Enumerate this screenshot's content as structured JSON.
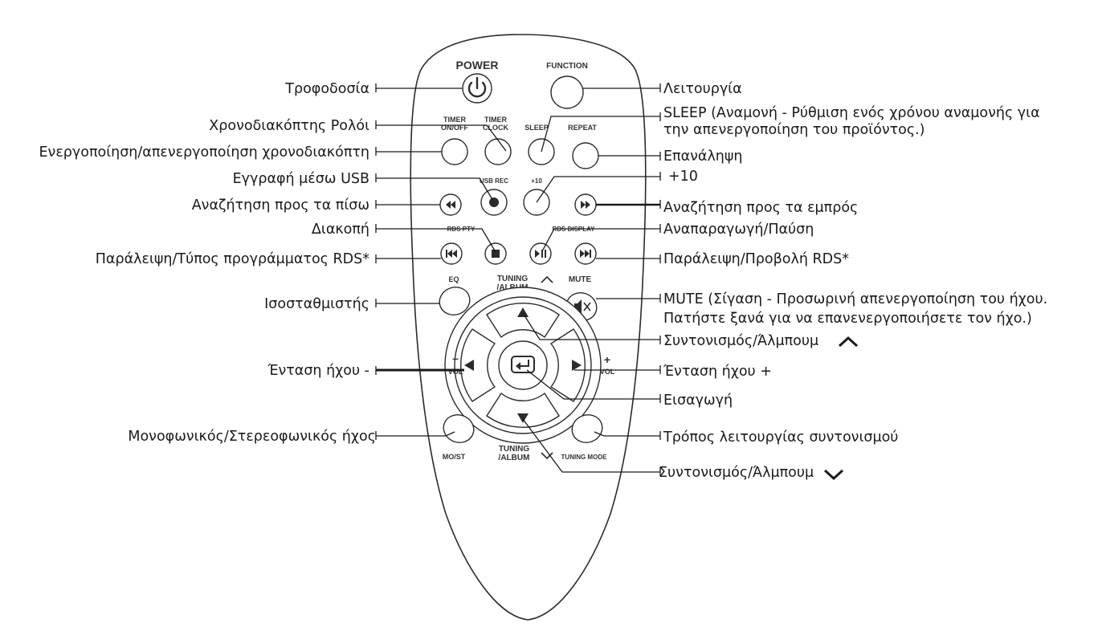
{
  "remote_labels": {
    "power": "POWER",
    "function": "FUNCTION",
    "timer_onoff_1": "TIMER",
    "timer_onoff_2": "ON/OFF",
    "timer_clock_1": "TIMER",
    "timer_clock_2": "CLOCK",
    "sleep": "SLEEP",
    "repeat": "REPEAT",
    "usb_rec": "USB REC",
    "plus10": "+10",
    "rds_pty": "RDS PTY",
    "rds_display": "RDS DISPLAY",
    "eq": "EQ",
    "tuning_top_1": "TUNING",
    "tuning_top_2": "/ALBUM",
    "mute": "MUTE",
    "vol_minus_sign": "–",
    "vol_left": "VOL",
    "vol_plus_sign": "+",
    "vol_right": "VOL",
    "tuning_bottom_1": "TUNING",
    "tuning_bottom_2": "/ALBUM",
    "mo_st": "MO/ST",
    "tuning_mode": "TUNING MODE"
  },
  "callouts_left": {
    "power": "Τροφοδοσία",
    "timer_clock": "Χρονοδιακόπτης Ρολόι",
    "timer_onoff": "Ενεργοποίηση/απενεργοποίηση χρονοδιακόπτη",
    "usb_rec": "Εγγραφή μέσω USB",
    "search_back": "Αναζήτηση προς τα πίσω",
    "stop": "Διακοπή",
    "skip_back": "Παράλειψη/Τύπος προγράμματος RDS*",
    "eq": "Ισοσταθμιστής",
    "vol_down": "Ένταση ήχου -",
    "mo_st": "Μονοφωνικός/Στερεοφωνικός ήχος"
  },
  "callouts_right": {
    "function": "Λειτουργία",
    "sleep_1": "SLEEP (Αναμονή - Ρύθμιση ενός χρόνου αναμονής για",
    "sleep_2": "την απενεργοποίηση του προϊόντος.)",
    "repeat": "Επανάληψη",
    "plus10": "+10",
    "search_forward": "Αναζήτηση προς τα εμπρός",
    "play_pause": "Αναπαραγωγή/Παύση",
    "skip_forward": "Παράλειψη/Προβολή RDS*",
    "mute_1": "MUTE (Σίγαση - Προσωρινή απενεργοποίηση του ήχου.",
    "mute_2": "Πατήστε ξανά για να επανενεργοποιήσετε τον ήχο.)",
    "tuning_up": "Συντονισμός/Άλμπουμ",
    "vol_up": "Ένταση ήχου +",
    "enter": "Εισαγωγή",
    "tuning_mode": "Τρόπος λειτουργίας συντονισμού",
    "tuning_down": "Συντονισμός/Άλμπουμ"
  },
  "icons": {
    "power": "power-icon",
    "search_back": "rewind-icon",
    "search_forward": "fast-forward-icon",
    "usb_rec": "record-icon",
    "stop": "stop-icon",
    "play_pause": "play-pause-icon",
    "skip_back": "skip-back-icon",
    "skip_forward": "skip-forward-icon",
    "mute": "speaker-muted-icon",
    "enter": "enter-icon",
    "tuning_up": "triangle-up-icon",
    "tuning_down": "triangle-down-icon",
    "vol_down": "triangle-left-icon",
    "vol_up": "triangle-right-icon"
  },
  "colors": {
    "ink": "#1a1a1a",
    "remote_body": "#ffffff"
  }
}
